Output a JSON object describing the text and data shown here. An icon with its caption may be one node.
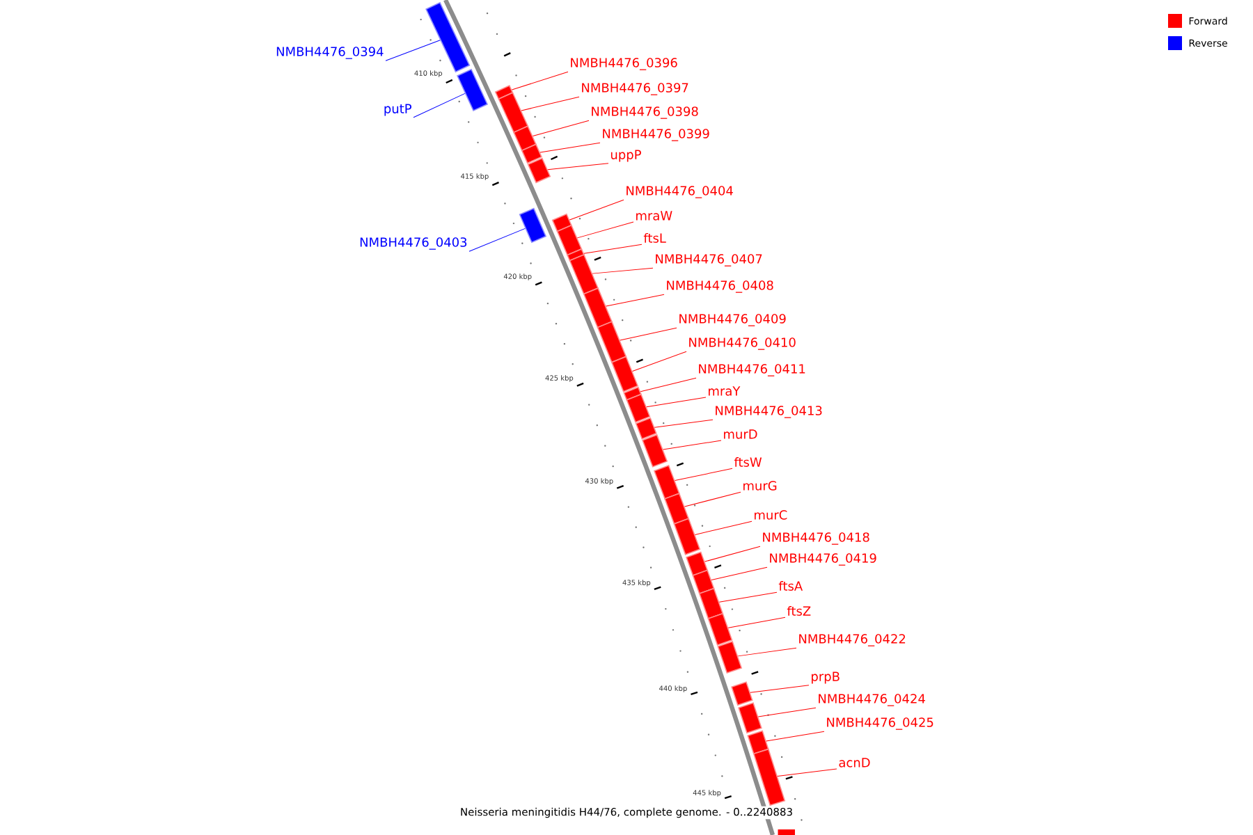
{
  "diagram": {
    "caption": "Neisseria meningitidis H44/76, complete genome. - 0..2240883",
    "nodes": [
      {
        "text": [
          "NMBH4476_0394"
        ]
      },
      {
        "text": [
          "NMBH4476_0396"
        ]
      },
      {
        "text": [
          "NMBH4476_0397"
        ]
      },
      {
        "text": [
          "putP"
        ]
      },
      {
        "text": [
          "NMBH4476_0398"
        ]
      },
      {
        "text": [
          "NMBH4476_0399"
        ]
      },
      {
        "text": [
          "uppP"
        ]
      },
      {
        "text": [
          "NMBH4476_0404"
        ]
      },
      {
        "text": [
          "mraW"
        ]
      },
      {
        "text": [
          "ftsL"
        ]
      },
      {
        "text": [
          "NMBH4476_0403"
        ]
      },
      {
        "text": [
          "NMBH4476_0407"
        ]
      },
      {
        "text": [
          "NMBH4476_0408"
        ]
      },
      {
        "text": [
          "NMBH4476_0409"
        ]
      },
      {
        "text": [
          "NMBH4476_0410"
        ]
      },
      {
        "text": [
          "NMBH4476_0411"
        ]
      },
      {
        "text": [
          "mraY"
        ]
      },
      {
        "text": [
          "NMBH4476_0413"
        ]
      },
      {
        "text": [
          "murD"
        ]
      },
      {
        "text": [
          "ftsW"
        ]
      },
      {
        "text": [
          "murG"
        ]
      },
      {
        "text": [
          "murC"
        ]
      },
      {
        "text": [
          "NMBH4476_0418"
        ]
      },
      {
        "text": [
          "NMBH4476_0419"
        ]
      },
      {
        "text": [
          "ftsA"
        ]
      },
      {
        "text": [
          "ftsZ"
        ]
      },
      {
        "text": [
          "NMBH4476_0422"
        ]
      },
      {
        "text": [
          "prpB"
        ]
      },
      {
        "text": [
          "NMBH4476_0424"
        ]
      },
      {
        "text": [
          "NMBH4476_0425"
        ]
      },
      {
        "text": [
          "acnD"
        ]
      },
      {
        "text": [],
        "shape": "box"
      },
      {
        "text": [],
        "shape": "box"
      },
      {
        "text": [],
        "shape": "box"
      },
      {
        "text": [],
        "shape": "box"
      },
      {
        "text": [],
        "shape": "box"
      },
      {
        "text": [],
        "shape": "box"
      },
      {
        "text": [],
        "shape": "box"
      },
      {
        "text": [],
        "shape": "box"
      },
      {
        "text": [],
        "shape": "box"
      },
      {
        "text": [],
        "shape": "box"
      },
      {
        "text": [],
        "shape": "box"
      },
      {
        "text": [],
        "shape": "box"
      },
      {
        "text": [],
        "shape": "box"
      },
      {
        "text": [],
        "shape": "box"
      },
      {
        "text": [],
        "shape": "box"
      },
      {
        "text": [],
        "shape": "box"
      },
      {
        "text": [],
        "shape": "box"
      },
      {
        "text": [],
        "shape": "box"
      },
      {
        "text": [],
        "shape": "box"
      },
      {
        "text": [],
        "shape": "box"
      },
      {
        "text": [],
        "shape": "box"
      },
      {
        "text": [],
        "shape": "box"
      },
      {
        "text": [],
        "shape": "box"
      },
      {
        "text": [],
        "shape": "box"
      },
      {
        "text": [],
        "shape": "box"
      },
      {
        "text": [],
        "shape": "box"
      },
      {
        "text": [],
        "shape": "box"
      },
      {
        "text": [],
        "shape": "box"
      },
      {
        "text": [],
        "shape": "box"
      },
      {
        "text": [],
        "shape": "box"
      },
      {
        "text": [],
        "shape": "box"
      }
    ],
    "edges": [
      {
        "from": 0,
        "to": 31,
        "arrow": "none",
        "color": "#0000ff"
      },
      {
        "from": 1,
        "to": 33,
        "arrow": "none"
      },
      {
        "from": 2,
        "to": 34,
        "arrow": "none"
      },
      {
        "from": 3,
        "to": 32,
        "arrow": "none",
        "color": "#0000ff"
      },
      {
        "from": 4,
        "to": 35,
        "arrow": "none"
      },
      {
        "from": 5,
        "to": 36,
        "arrow": "none"
      },
      {
        "from": 6,
        "to": 37,
        "arrow": "none"
      },
      {
        "from": 7,
        "to": 39,
        "arrow": "none"
      },
      {
        "from": 8,
        "to": 40,
        "arrow": "none"
      },
      {
        "from": 9,
        "to": 41,
        "arrow": "none"
      },
      {
        "from": 10,
        "to": 38,
        "arrow": "none",
        "color": "#0000ff"
      },
      {
        "from": 11,
        "to": 42,
        "arrow": "none"
      },
      {
        "from": 12,
        "to": 43,
        "arrow": "none"
      },
      {
        "from": 13,
        "to": 44,
        "arrow": "none"
      },
      {
        "from": 14,
        "to": 45,
        "arrow": "none"
      },
      {
        "from": 15,
        "to": 46,
        "arrow": "none"
      },
      {
        "from": 16,
        "to": 47,
        "arrow": "none"
      },
      {
        "from": 17,
        "to": 48,
        "arrow": "none"
      },
      {
        "from": 18,
        "to": 49,
        "arrow": "none"
      },
      {
        "from": 19,
        "to": 50,
        "arrow": "none"
      },
      {
        "from": 20,
        "to": 51,
        "arrow": "none"
      },
      {
        "from": 21,
        "to": 52,
        "arrow": "none"
      },
      {
        "from": 22,
        "to": 53,
        "arrow": "none"
      },
      {
        "from": 23,
        "to": 54,
        "arrow": "none"
      },
      {
        "from": 24,
        "to": 55,
        "arrow": "none"
      },
      {
        "from": 25,
        "to": 56,
        "arrow": "none"
      },
      {
        "from": 26,
        "to": 57,
        "arrow": "none"
      },
      {
        "from": 27,
        "to": 58,
        "arrow": "none"
      },
      {
        "from": 28,
        "to": 59,
        "arrow": "none"
      },
      {
        "from": 29,
        "to": 60,
        "arrow": "none"
      },
      {
        "from": 30,
        "to": 61,
        "arrow": "none"
      }
    ],
    "labels": [
      "410 kbp",
      "415 kbp",
      "420 kbp",
      "425 kbp",
      "430 kbp",
      "435 kbp",
      "440 kbp",
      "445 kbp"
    ],
    "legend": [
      {
        "text": "Forward",
        "color": "#ff0000"
      },
      {
        "text": "Reverse",
        "color": "#0000ff"
      }
    ]
  }
}
